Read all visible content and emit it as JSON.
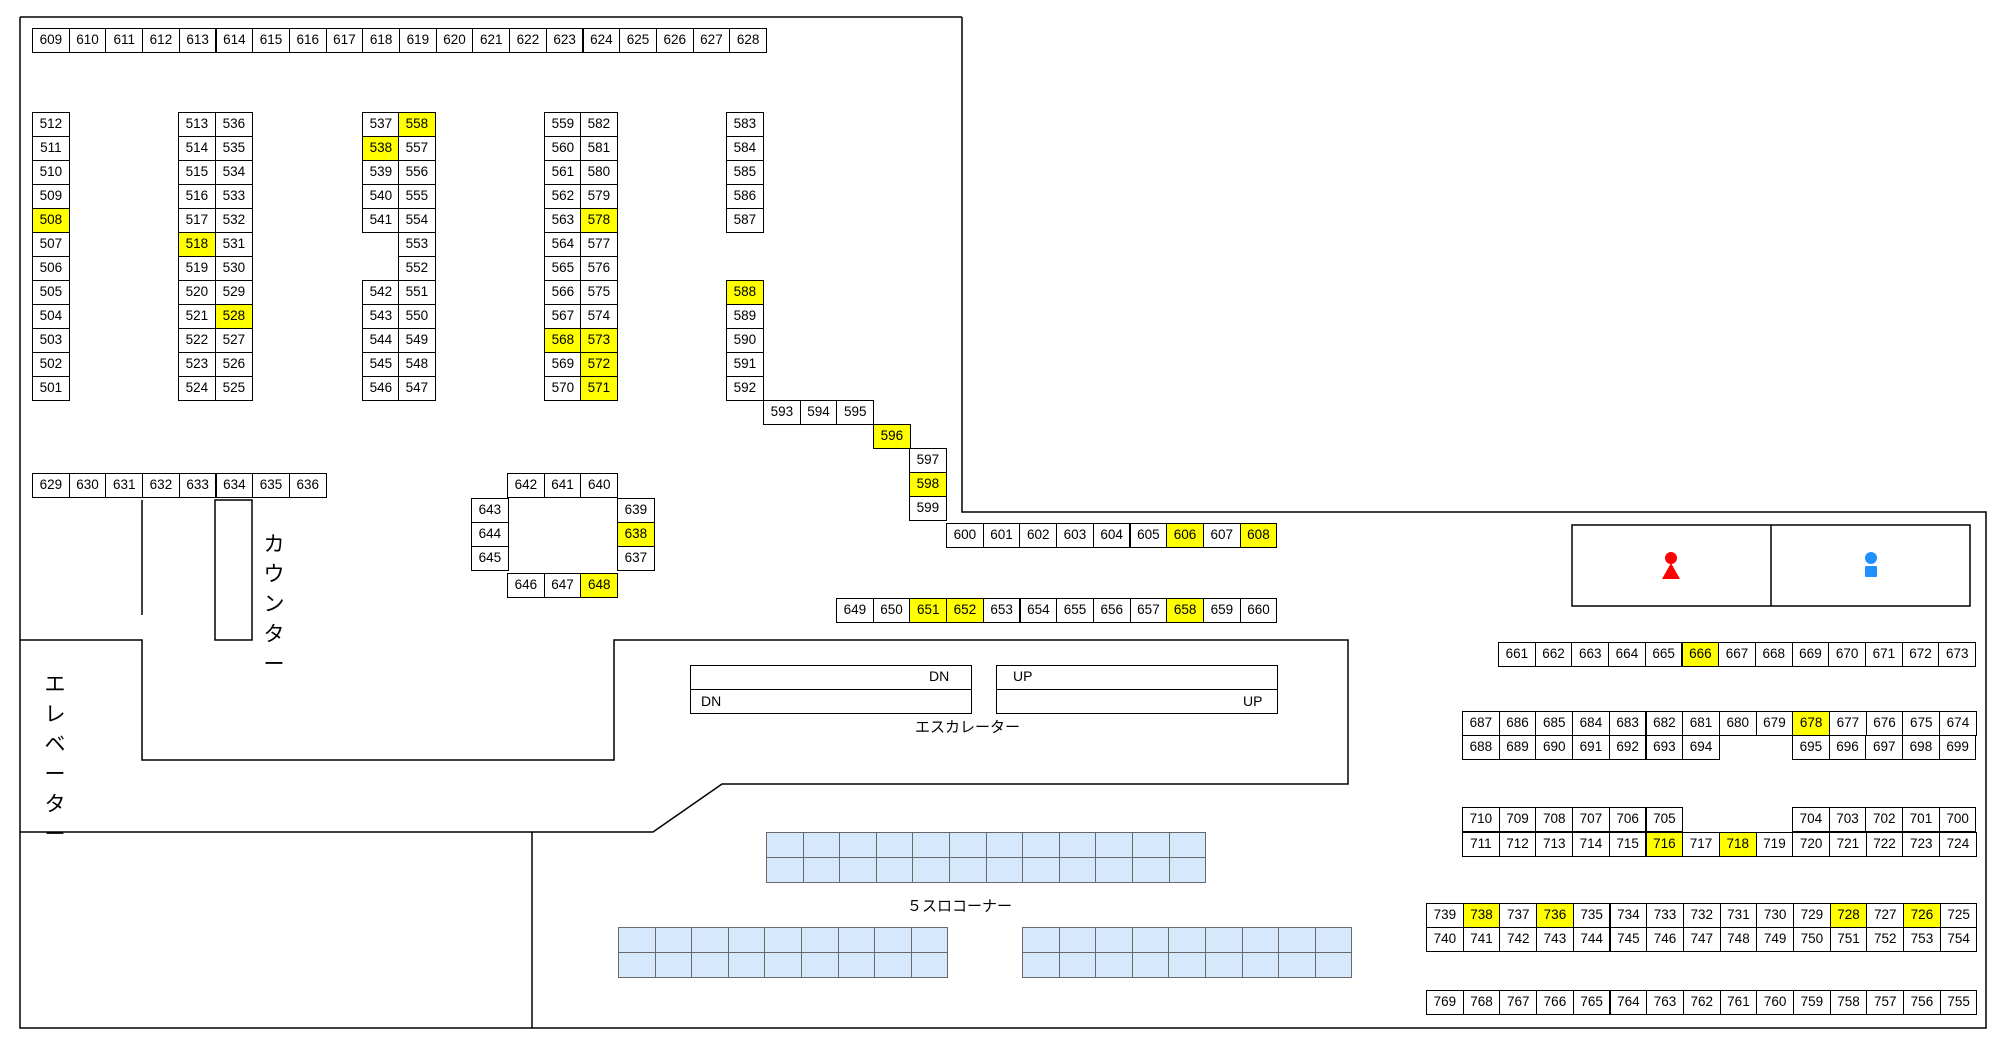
{
  "highlight_color": "#ffff00",
  "slot_color": "#d6e8fb",
  "labels": {
    "counter": "カウンター",
    "elevator": "エレベーター",
    "escalator": "エスカレーター",
    "slot_corner": "５スロコーナー",
    "dn": "DN",
    "up": "UP"
  },
  "icons": {
    "restroom_women": "woman-icon",
    "restroom_men": "man-icon"
  },
  "highlighted": [
    508,
    518,
    528,
    538,
    558,
    568,
    571,
    572,
    573,
    578,
    588,
    596,
    598,
    606,
    608,
    638,
    648,
    651,
    652,
    658,
    666,
    678,
    716,
    718,
    726,
    728,
    736,
    738
  ],
  "blocks": {
    "top_row": [
      609,
      610,
      611,
      612,
      613,
      614,
      615,
      616,
      617,
      618,
      619,
      620,
      621,
      622,
      623,
      624,
      625,
      626,
      627,
      628
    ],
    "col_a": [
      512,
      511,
      510,
      509,
      508,
      507,
      506,
      505,
      504,
      503,
      502,
      501
    ],
    "col_b_left": [
      513,
      514,
      515,
      516,
      517,
      518,
      519,
      520,
      521,
      522,
      523,
      524
    ],
    "col_b_right": [
      536,
      535,
      534,
      533,
      532,
      531,
      530,
      529,
      528,
      527,
      526,
      525
    ],
    "col_c_left_top": [
      537,
      538,
      539,
      540,
      541
    ],
    "col_c_left_bottom": [
      542,
      543,
      544,
      545,
      546
    ],
    "col_c_right": [
      558,
      557,
      556,
      555,
      554,
      553,
      552,
      551,
      550,
      549,
      548,
      547
    ],
    "col_d_left": [
      559,
      560,
      561,
      562,
      563,
      564,
      565,
      566,
      567,
      568,
      569,
      570
    ],
    "col_d_right": [
      582,
      581,
      580,
      579,
      578,
      577,
      576,
      575,
      574,
      573,
      572,
      571
    ],
    "col_e_top": [
      583,
      584,
      585,
      586,
      587
    ],
    "col_e_bottom": [
      588,
      589,
      590,
      591,
      592
    ],
    "diag_row": [
      593,
      594,
      595
    ],
    "diag_596": [
      596
    ],
    "diag_col": [
      597,
      598,
      599
    ],
    "row_600": [
      600,
      601,
      602,
      603,
      604,
      605,
      606,
      607,
      608
    ],
    "row_629": [
      629,
      630,
      631,
      632,
      633,
      634,
      635,
      636
    ],
    "island_top": [
      642,
      641,
      640
    ],
    "island_left": [
      643,
      644,
      645
    ],
    "island_right": [
      639,
      638,
      637
    ],
    "island_bottom": [
      646,
      647,
      648
    ],
    "row_649": [
      649,
      650,
      651,
      652,
      653,
      654,
      655,
      656,
      657,
      658,
      659,
      660
    ],
    "row_661": [
      661,
      662,
      663,
      664,
      665,
      666,
      667,
      668,
      669,
      670,
      671,
      672,
      673
    ],
    "row_687": [
      687,
      686,
      685,
      684,
      683,
      682,
      681,
      680,
      679,
      678,
      677,
      676,
      675,
      674
    ],
    "row_688": [
      688,
      689,
      690,
      691,
      692,
      693,
      694
    ],
    "row_695": [
      695,
      696,
      697,
      698,
      699
    ],
    "row_710": [
      710,
      709,
      708,
      707,
      706,
      705
    ],
    "row_704": [
      704,
      703,
      702,
      701,
      700
    ],
    "row_711": [
      711,
      712,
      713,
      714,
      715,
      716,
      717,
      718,
      719,
      720,
      721,
      722,
      723,
      724
    ],
    "row_739": [
      739,
      738,
      737,
      736,
      735,
      734,
      733,
      732,
      731,
      730,
      729,
      728,
      727,
      726,
      725
    ],
    "row_740": [
      740,
      741,
      742,
      743,
      744,
      745,
      746,
      747,
      748,
      749,
      750,
      751,
      752,
      753,
      754
    ],
    "row_769": [
      769,
      768,
      767,
      766,
      765,
      764,
      763,
      762,
      761,
      760,
      759,
      758,
      757,
      756,
      755
    ]
  }
}
